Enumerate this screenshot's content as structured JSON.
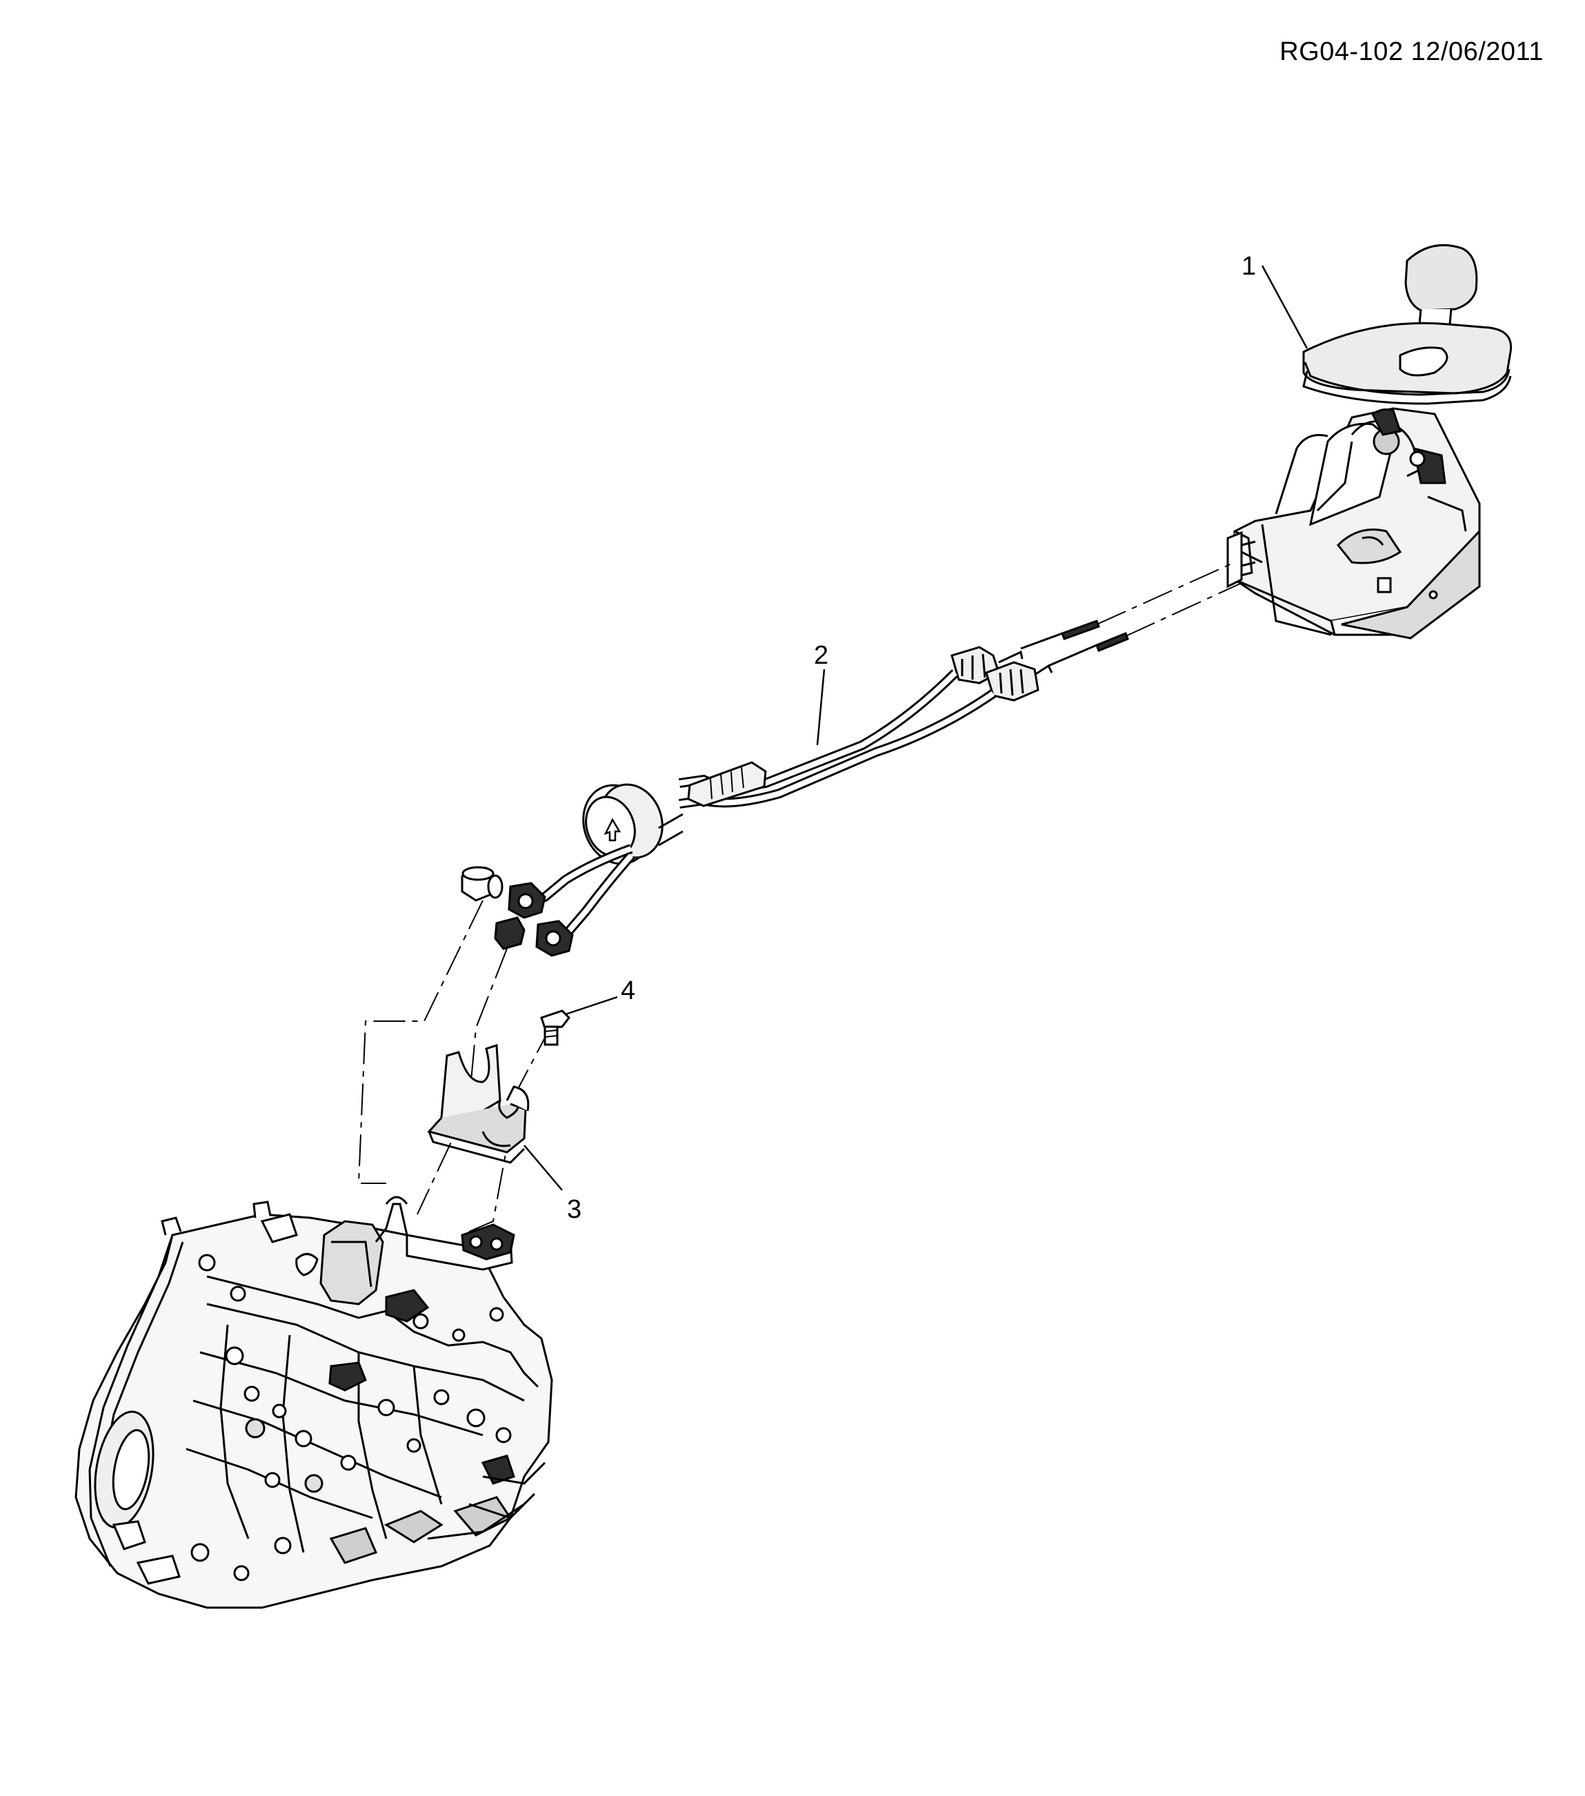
{
  "header": {
    "reference": "RG04-102 12/06/2011"
  },
  "callouts": [
    {
      "number": "1",
      "part": "gearshift-control-assembly"
    },
    {
      "number": "2",
      "part": "shift-cable-assembly"
    },
    {
      "number": "3",
      "part": "cable-bracket"
    },
    {
      "number": "4",
      "part": "bolt"
    }
  ],
  "colors": {
    "line": "#000000",
    "fill": "#ffffff",
    "shade": "#e6e6e6",
    "dark": "#2b2b2b"
  }
}
